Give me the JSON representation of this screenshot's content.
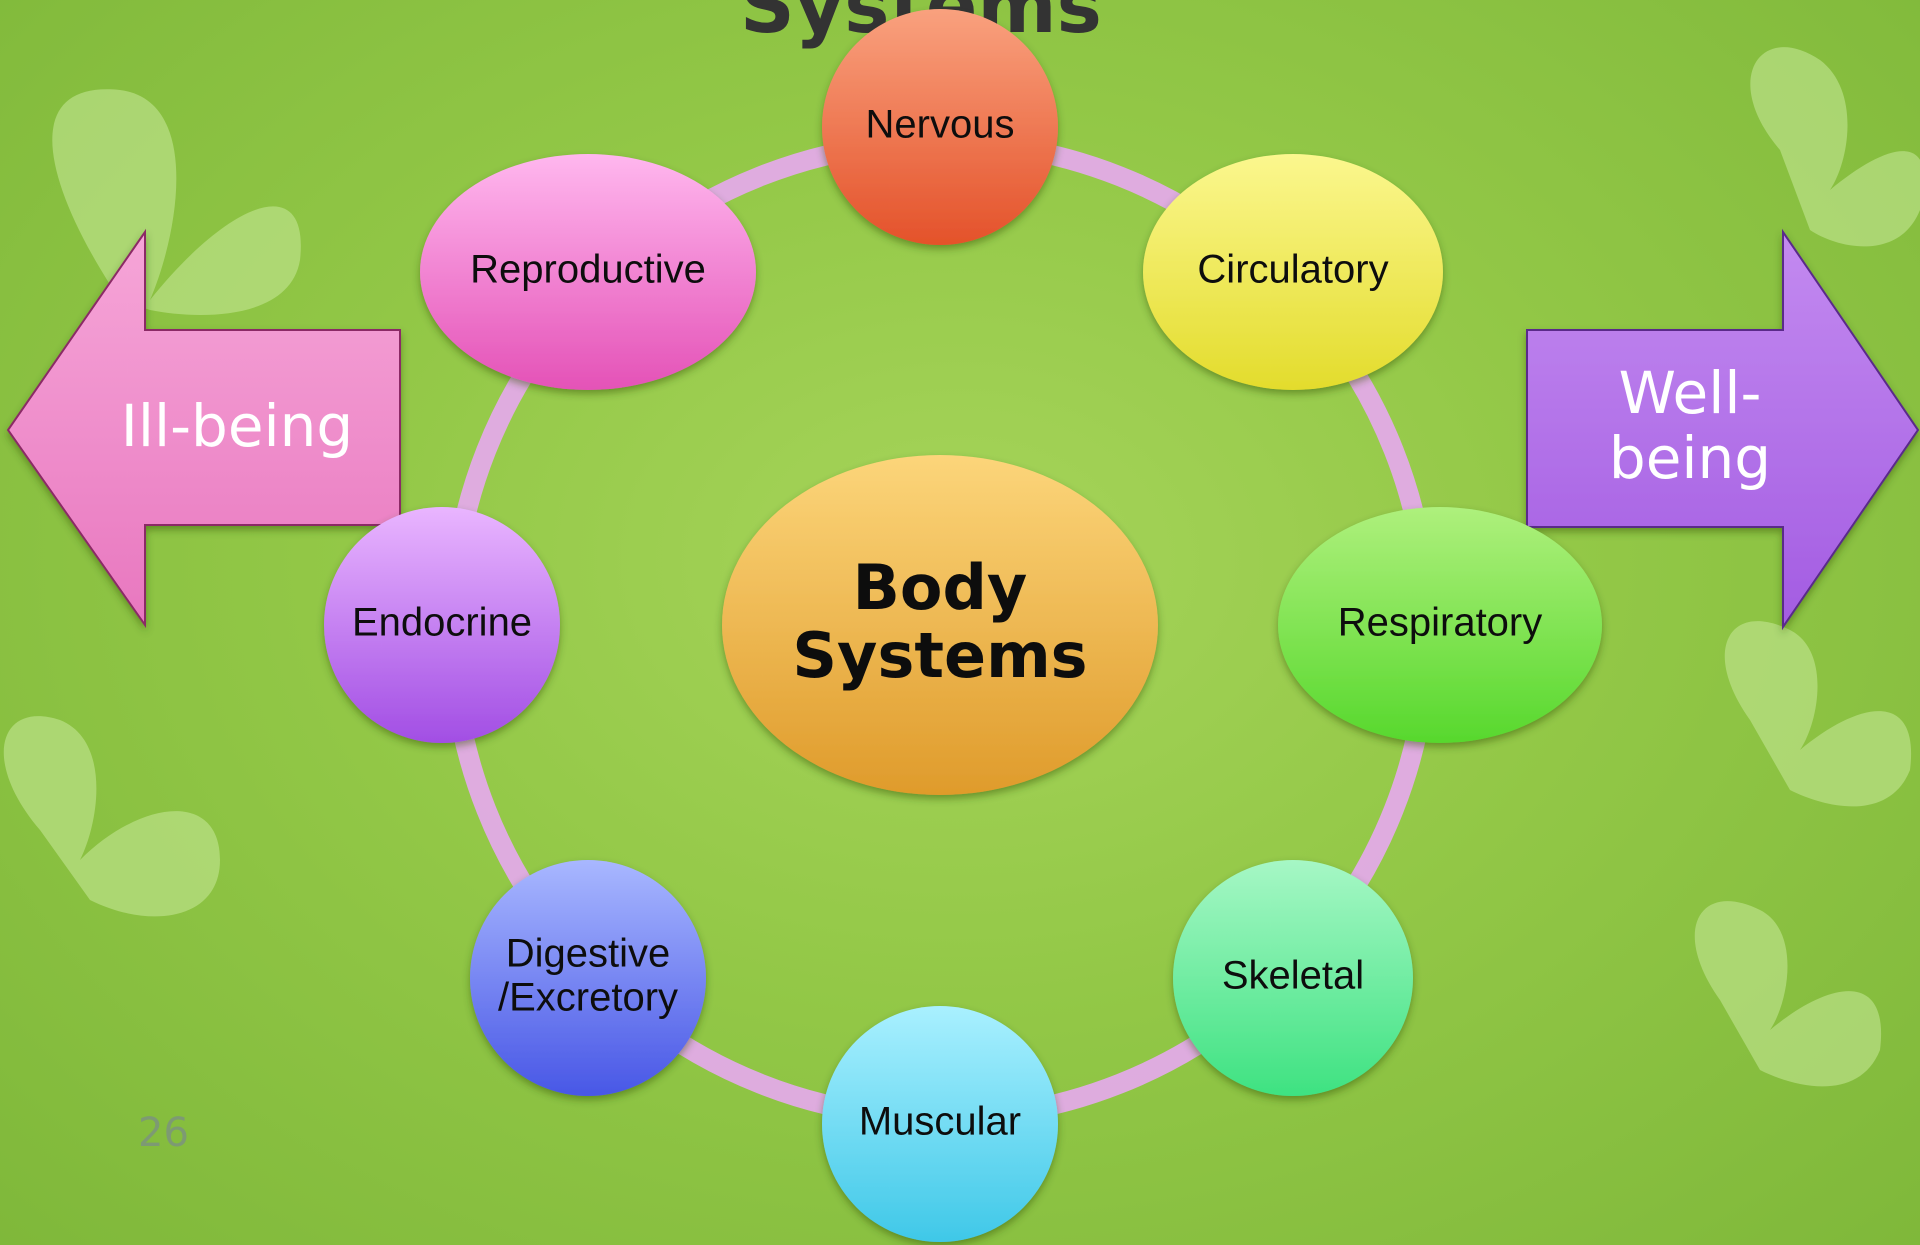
{
  "title_fragment": "Systems",
  "center": {
    "line1": "Body",
    "line2": "Systems"
  },
  "nodes": [
    {
      "label": "Nervous",
      "color_top": "#f9a17e",
      "color_bottom": "#e4522a"
    },
    {
      "label": "Circulatory",
      "color_top": "#fbf78e",
      "color_bottom": "#e3dc2c"
    },
    {
      "label": "Respiratory",
      "color_top": "#aef07c",
      "color_bottom": "#57d82d"
    },
    {
      "label": "Skeletal",
      "color_top": "#a6f7c5",
      "color_bottom": "#3ee281"
    },
    {
      "label": "Muscular",
      "color_top": "#a9f0ff",
      "color_bottom": "#3fc8e8"
    },
    {
      "label": "Digestive",
      "label2": "/Excretory",
      "color_top": "#a8b7ff",
      "color_bottom": "#4857e6"
    },
    {
      "label": "Endocrine",
      "color_top": "#e9b5ff",
      "color_bottom": "#a24ee4"
    },
    {
      "label": "Reproductive",
      "color_top": "#ffb7ee",
      "color_bottom": "#e452b7"
    }
  ],
  "left_arrow": {
    "label": "Ill-being",
    "color": "#ef86c7"
  },
  "right_arrow": {
    "label1": "Well-",
    "label2": "being",
    "color": "#b06ee8"
  },
  "page_number": "26"
}
